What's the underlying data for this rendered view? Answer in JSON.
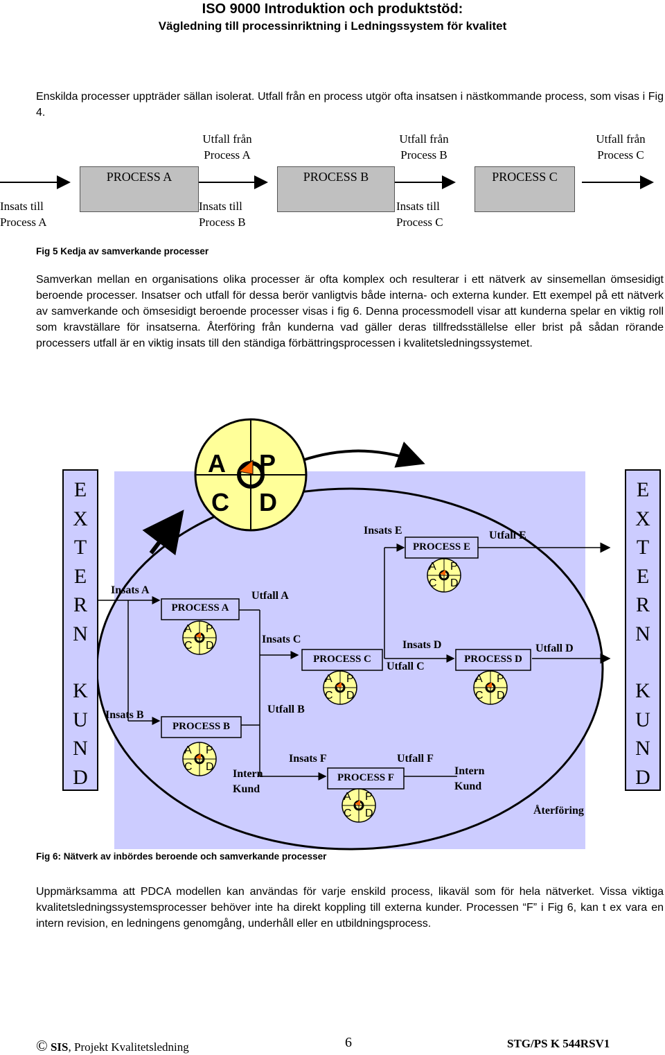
{
  "header": {
    "title": "ISO 9000 Introduktion och produktstöd:",
    "subtitle": "Vägledning till processinriktning i Ledningssystem för kvalitet"
  },
  "intro": "Enskilda processer uppträder sällan isolerat. Utfall från en process utgör ofta insatsen i nästkommande process, som visas i  Fig 4.",
  "fig5": {
    "outputs": [
      {
        "line1": "Utfall från",
        "line2": "Process A"
      },
      {
        "line1": "Utfall från",
        "line2": "Process B"
      },
      {
        "line1": "Utfall från",
        "line2": "Process C"
      }
    ],
    "inputs": [
      {
        "line1": "Insats till",
        "line2": "Process A"
      },
      {
        "line1": "Insats till",
        "line2": "Process B"
      },
      {
        "line1": "Insats till",
        "line2": "Process C"
      }
    ],
    "processes": [
      "PROCESS A",
      "PROCESS B",
      "PROCESS C"
    ],
    "caption": "Fig 5 Kedja av samverkande processer"
  },
  "para2": "Samverkan mellan en organisations olika processer är ofta komplex och resulterar i ett nätverk av sinsemellan ömsesidigt beroende processer. Insatser och utfall för dessa berör vanligtvis både interna- och externa kunder. Ett exempel på ett nätverk av samverkande och ömsesidigt beroende processer visas i fig 6. Denna processmodell visar att kunderna spelar en viktig roll som kravställare för insatserna. Återföring från kunderna vad gäller deras tillfredsställelse eller brist på sådan rörande processers utfall är en viktig insats till den ständiga förbättringsprocessen i kvalitetsledningssystemet.",
  "fig6": {
    "external_left": [
      "E",
      "X",
      "T",
      "E",
      "R",
      "N",
      "K",
      "U",
      "N",
      "D"
    ],
    "external_right": [
      "E",
      "X",
      "T",
      "E",
      "R",
      "N",
      "K",
      "U",
      "N",
      "D"
    ],
    "pdca": {
      "a": "A",
      "p": "P",
      "c": "C",
      "d": "D"
    },
    "processes": {
      "a": "PROCESS A",
      "b": "PROCESS B",
      "c": "PROCESS C",
      "d": "PROCESS D",
      "e": "PROCESS E",
      "f": "PROCESS F"
    },
    "labels": {
      "insats_a": "Insats A",
      "insats_b": "Insats B",
      "utfall_a": "Utfall A",
      "utfall_b": "Utfall B",
      "insats_c": "Insats C",
      "utfall_c": "Utfall C",
      "insats_d": "Insats D",
      "utfall_d": "Utfall D",
      "insats_e": "Insats E",
      "utfall_e": "Utfall E",
      "insats_f": "Insats F",
      "utfall_f": "Utfall F",
      "intern_kund_1": [
        "Intern",
        "Kund"
      ],
      "intern_kund_2": [
        "Intern",
        "Kund"
      ],
      "aterforing": "Återföring"
    },
    "colors": {
      "panel": "#ccccff",
      "box": "#ccccff",
      "pdca_fill": "#ffff99",
      "pdca_center": "#ff6600"
    },
    "caption": "Fig 6: Nätverk av inbördes beroende och samverkande processer"
  },
  "para3": "Uppmärksamma att PDCA modellen kan användas för varje enskild process, likaväl som för hela nätverket. Vissa viktiga kvalitetsledningssystemsprocesser behöver inte ha direkt koppling till externa kunder. Processen “F” i Fig 6, kan t ex vara en intern revision, en ledningens genomgång, underhåll eller en utbildningsprocess.",
  "footer": {
    "copyright": "©",
    "org": "SIS",
    "project": ", Projekt Kvalitetsledning",
    "page": "6",
    "doc": "STG/PS K 544RSV1"
  }
}
